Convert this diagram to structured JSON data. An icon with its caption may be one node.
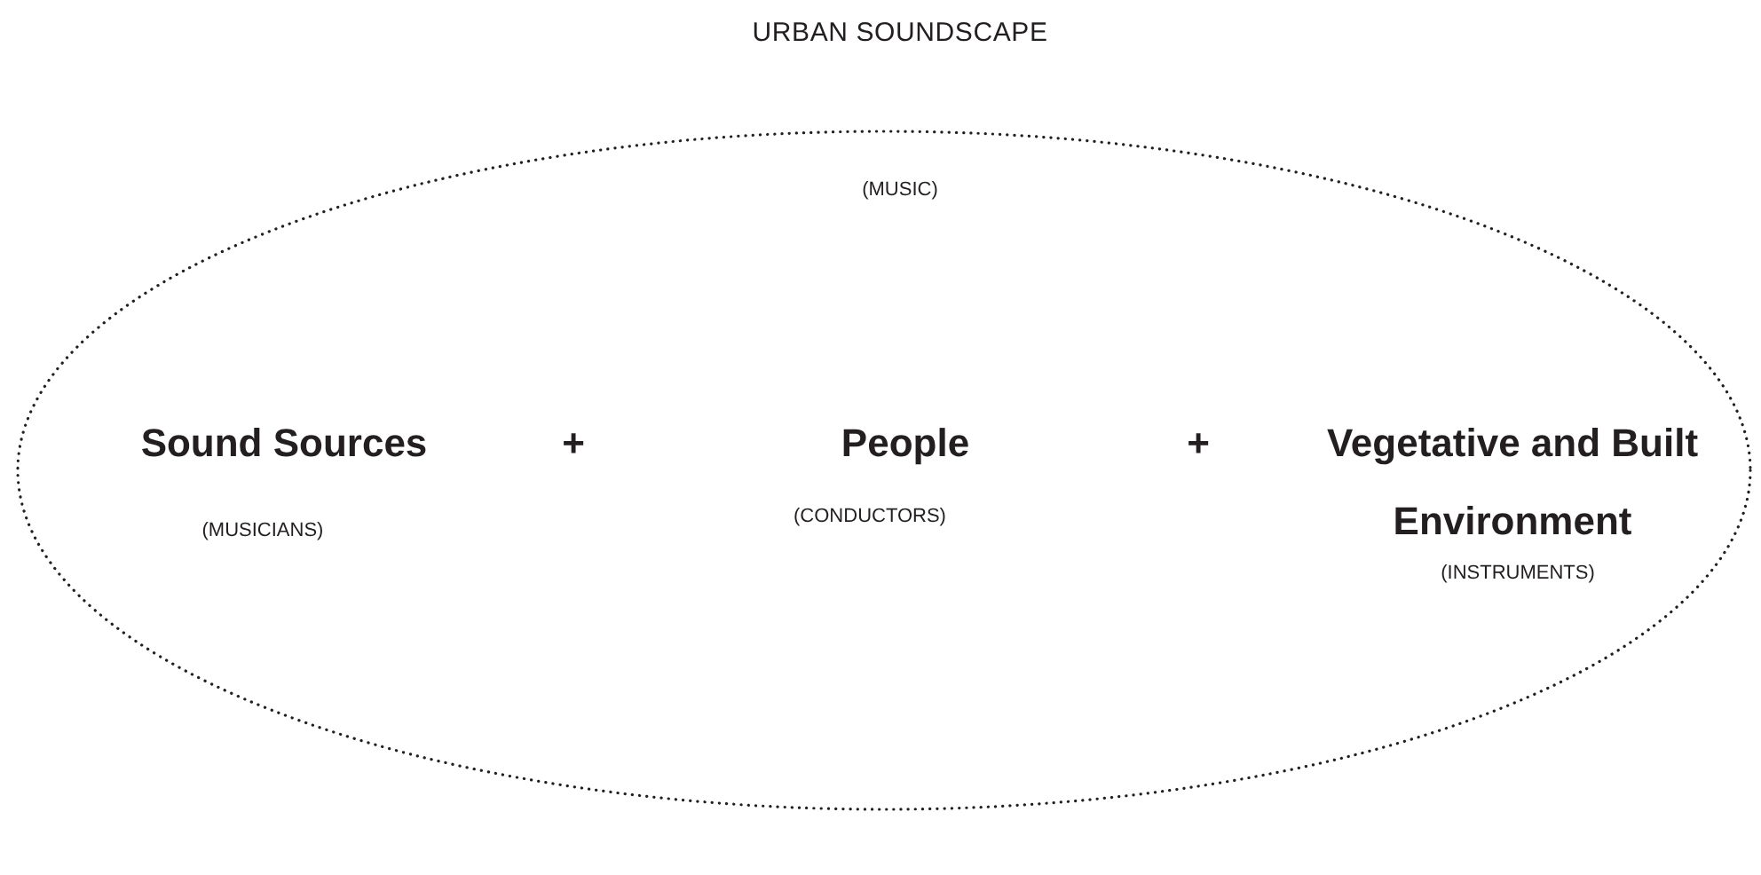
{
  "diagram": {
    "nodes": [
      {
        "text": [
          "URBAN SOUNDSCAPE",
          "(MUSIC)"
        ]
      }
    ],
    "labels": [
      "Sound Sources",
      "+",
      "People",
      "+",
      "Vegetative and Built Environment",
      "(MUSICIANS)",
      "(CONDUCTORS)",
      "(INSTRUMENTS)"
    ]
  }
}
